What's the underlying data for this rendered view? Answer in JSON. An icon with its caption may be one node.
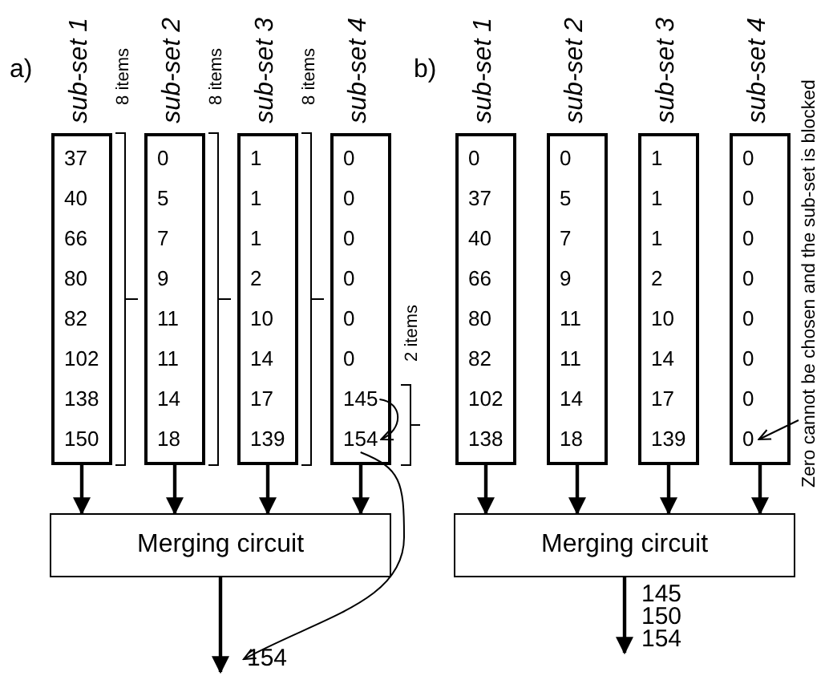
{
  "diagram": {
    "nodes": [
      {
        "text": [
          "sub-set 1"
        ]
      },
      {
        "text": [
          "37"
        ],
        "in": 0
      },
      {
        "text": [
          "40"
        ],
        "in": 0
      },
      {
        "text": [
          "66"
        ],
        "in": 0
      },
      {
        "text": [
          "80"
        ],
        "in": 0
      },
      {
        "text": [
          "82"
        ],
        "in": 0
      },
      {
        "text": [
          "102"
        ],
        "in": 0
      },
      {
        "text": [
          "138"
        ],
        "in": 0
      },
      {
        "text": [
          "150"
        ],
        "in": 0
      },
      {
        "text": [
          "sub-set 2"
        ]
      },
      {
        "text": [
          "0"
        ],
        "in": 9
      },
      {
        "text": [
          "5"
        ],
        "in": 9
      },
      {
        "text": [
          "7"
        ],
        "in": 9
      },
      {
        "text": [
          "9"
        ],
        "in": 9
      },
      {
        "text": [
          "11"
        ],
        "in": 9
      },
      {
        "text": [
          "11"
        ],
        "in": 9
      },
      {
        "text": [
          "14"
        ],
        "in": 9
      },
      {
        "text": [
          "18"
        ],
        "in": 9
      },
      {
        "text": [
          "sub-set 3"
        ]
      },
      {
        "text": [
          "1"
        ],
        "in": 18
      },
      {
        "text": [
          "1"
        ],
        "in": 18
      },
      {
        "text": [
          "1"
        ],
        "in": 18
      },
      {
        "text": [
          "2"
        ],
        "in": 18
      },
      {
        "text": [
          "10"
        ],
        "in": 18
      },
      {
        "text": [
          "14"
        ],
        "in": 18
      },
      {
        "text": [
          "17"
        ],
        "in": 18
      },
      {
        "text": [
          "139"
        ],
        "in": 18
      },
      {
        "text": [
          "sub-set 4"
        ]
      },
      {
        "text": [
          "0"
        ],
        "in": 27
      },
      {
        "text": [
          "0"
        ],
        "in": 27
      },
      {
        "text": [
          "0"
        ],
        "in": 27
      },
      {
        "text": [
          "0"
        ],
        "in": 27
      },
      {
        "text": [
          "0"
        ],
        "in": 27
      },
      {
        "text": [
          "0"
        ],
        "in": 27
      },
      {
        "text": [
          "145"
        ],
        "in": 27
      },
      {
        "text": [
          "154"
        ],
        "in": 27
      },
      {
        "text": [
          "Merging circuit"
        ]
      },
      {
        "text": [
          "sub-set 1"
        ]
      },
      {
        "text": [
          "0"
        ],
        "in": 37
      },
      {
        "text": [
          "37"
        ],
        "in": 37
      },
      {
        "text": [
          "40"
        ],
        "in": 37
      },
      {
        "text": [
          "66"
        ],
        "in": 37
      },
      {
        "text": [
          "80"
        ],
        "in": 37
      },
      {
        "text": [
          "82"
        ],
        "in": 37
      },
      {
        "text": [
          "102"
        ],
        "in": 37
      },
      {
        "text": [
          "138"
        ],
        "in": 37
      },
      {
        "text": [
          "sub-set 2"
        ]
      },
      {
        "text": [
          "0"
        ],
        "in": 46
      },
      {
        "text": [
          "5"
        ],
        "in": 46
      },
      {
        "text": [
          "7"
        ],
        "in": 46
      },
      {
        "text": [
          "9"
        ],
        "in": 46
      },
      {
        "text": [
          "11"
        ],
        "in": 46
      },
      {
        "text": [
          "11"
        ],
        "in": 46
      },
      {
        "text": [
          "14"
        ],
        "in": 46
      },
      {
        "text": [
          "18"
        ],
        "in": 46
      },
      {
        "text": [
          "sub-set 3"
        ]
      },
      {
        "text": [
          "1"
        ],
        "in": 55
      },
      {
        "text": [
          "1"
        ],
        "in": 55
      },
      {
        "text": [
          "1"
        ],
        "in": 55
      },
      {
        "text": [
          "2"
        ],
        "in": 55
      },
      {
        "text": [
          "10"
        ],
        "in": 55
      },
      {
        "text": [
          "14"
        ],
        "in": 55
      },
      {
        "text": [
          "17"
        ],
        "in": 55
      },
      {
        "text": [
          "139"
        ],
        "in": 55
      },
      {
        "text": [
          "sub-set 4"
        ]
      },
      {
        "text": [
          "0"
        ],
        "in": 64
      },
      {
        "text": [
          "0"
        ],
        "in": 64
      },
      {
        "text": [
          "0"
        ],
        "in": 64
      },
      {
        "text": [
          "0"
        ],
        "in": 64
      },
      {
        "text": [
          "0"
        ],
        "in": 64
      },
      {
        "text": [
          "0"
        ],
        "in": 64
      },
      {
        "text": [
          "0"
        ],
        "in": 64
      },
      {
        "text": [
          "0"
        ],
        "in": 64
      },
      {
        "text": [
          "Merging circuit"
        ]
      },
      {
        "text": [
          "Zero cannot be chosen and the sub-set is blocked"
        ]
      },
      {
        "text": [
          "154"
        ]
      },
      {
        "text": [
          "145",
          "150",
          "154"
        ]
      }
    ],
    "edges": [
      {
        "from": 0,
        "to": 36,
        "arrow": "to"
      },
      {
        "from": 9,
        "to": 36,
        "arrow": "to"
      },
      {
        "from": 18,
        "to": 36,
        "arrow": "to"
      },
      {
        "from": 27,
        "to": 36,
        "arrow": "to"
      },
      {
        "from": 36,
        "to": 75,
        "arrow": "to"
      },
      {
        "from": 34,
        "to": 35,
        "arrow": "to"
      },
      {
        "from": 35,
        "to": 75,
        "arrow": "to"
      },
      {
        "from": 37,
        "to": 73,
        "arrow": "to"
      },
      {
        "from": 46,
        "to": 73,
        "arrow": "to"
      },
      {
        "from": 55,
        "to": 73,
        "arrow": "to"
      },
      {
        "from": 64,
        "to": 73,
        "arrow": "to"
      },
      {
        "from": 73,
        "to": 76,
        "arrow": "to"
      },
      {
        "from": 74,
        "to": 72,
        "arrow": "to"
      }
    ],
    "labels": [
      "a)",
      "8 items",
      "8 items",
      "8 items",
      "2 items",
      "b)"
    ]
  }
}
